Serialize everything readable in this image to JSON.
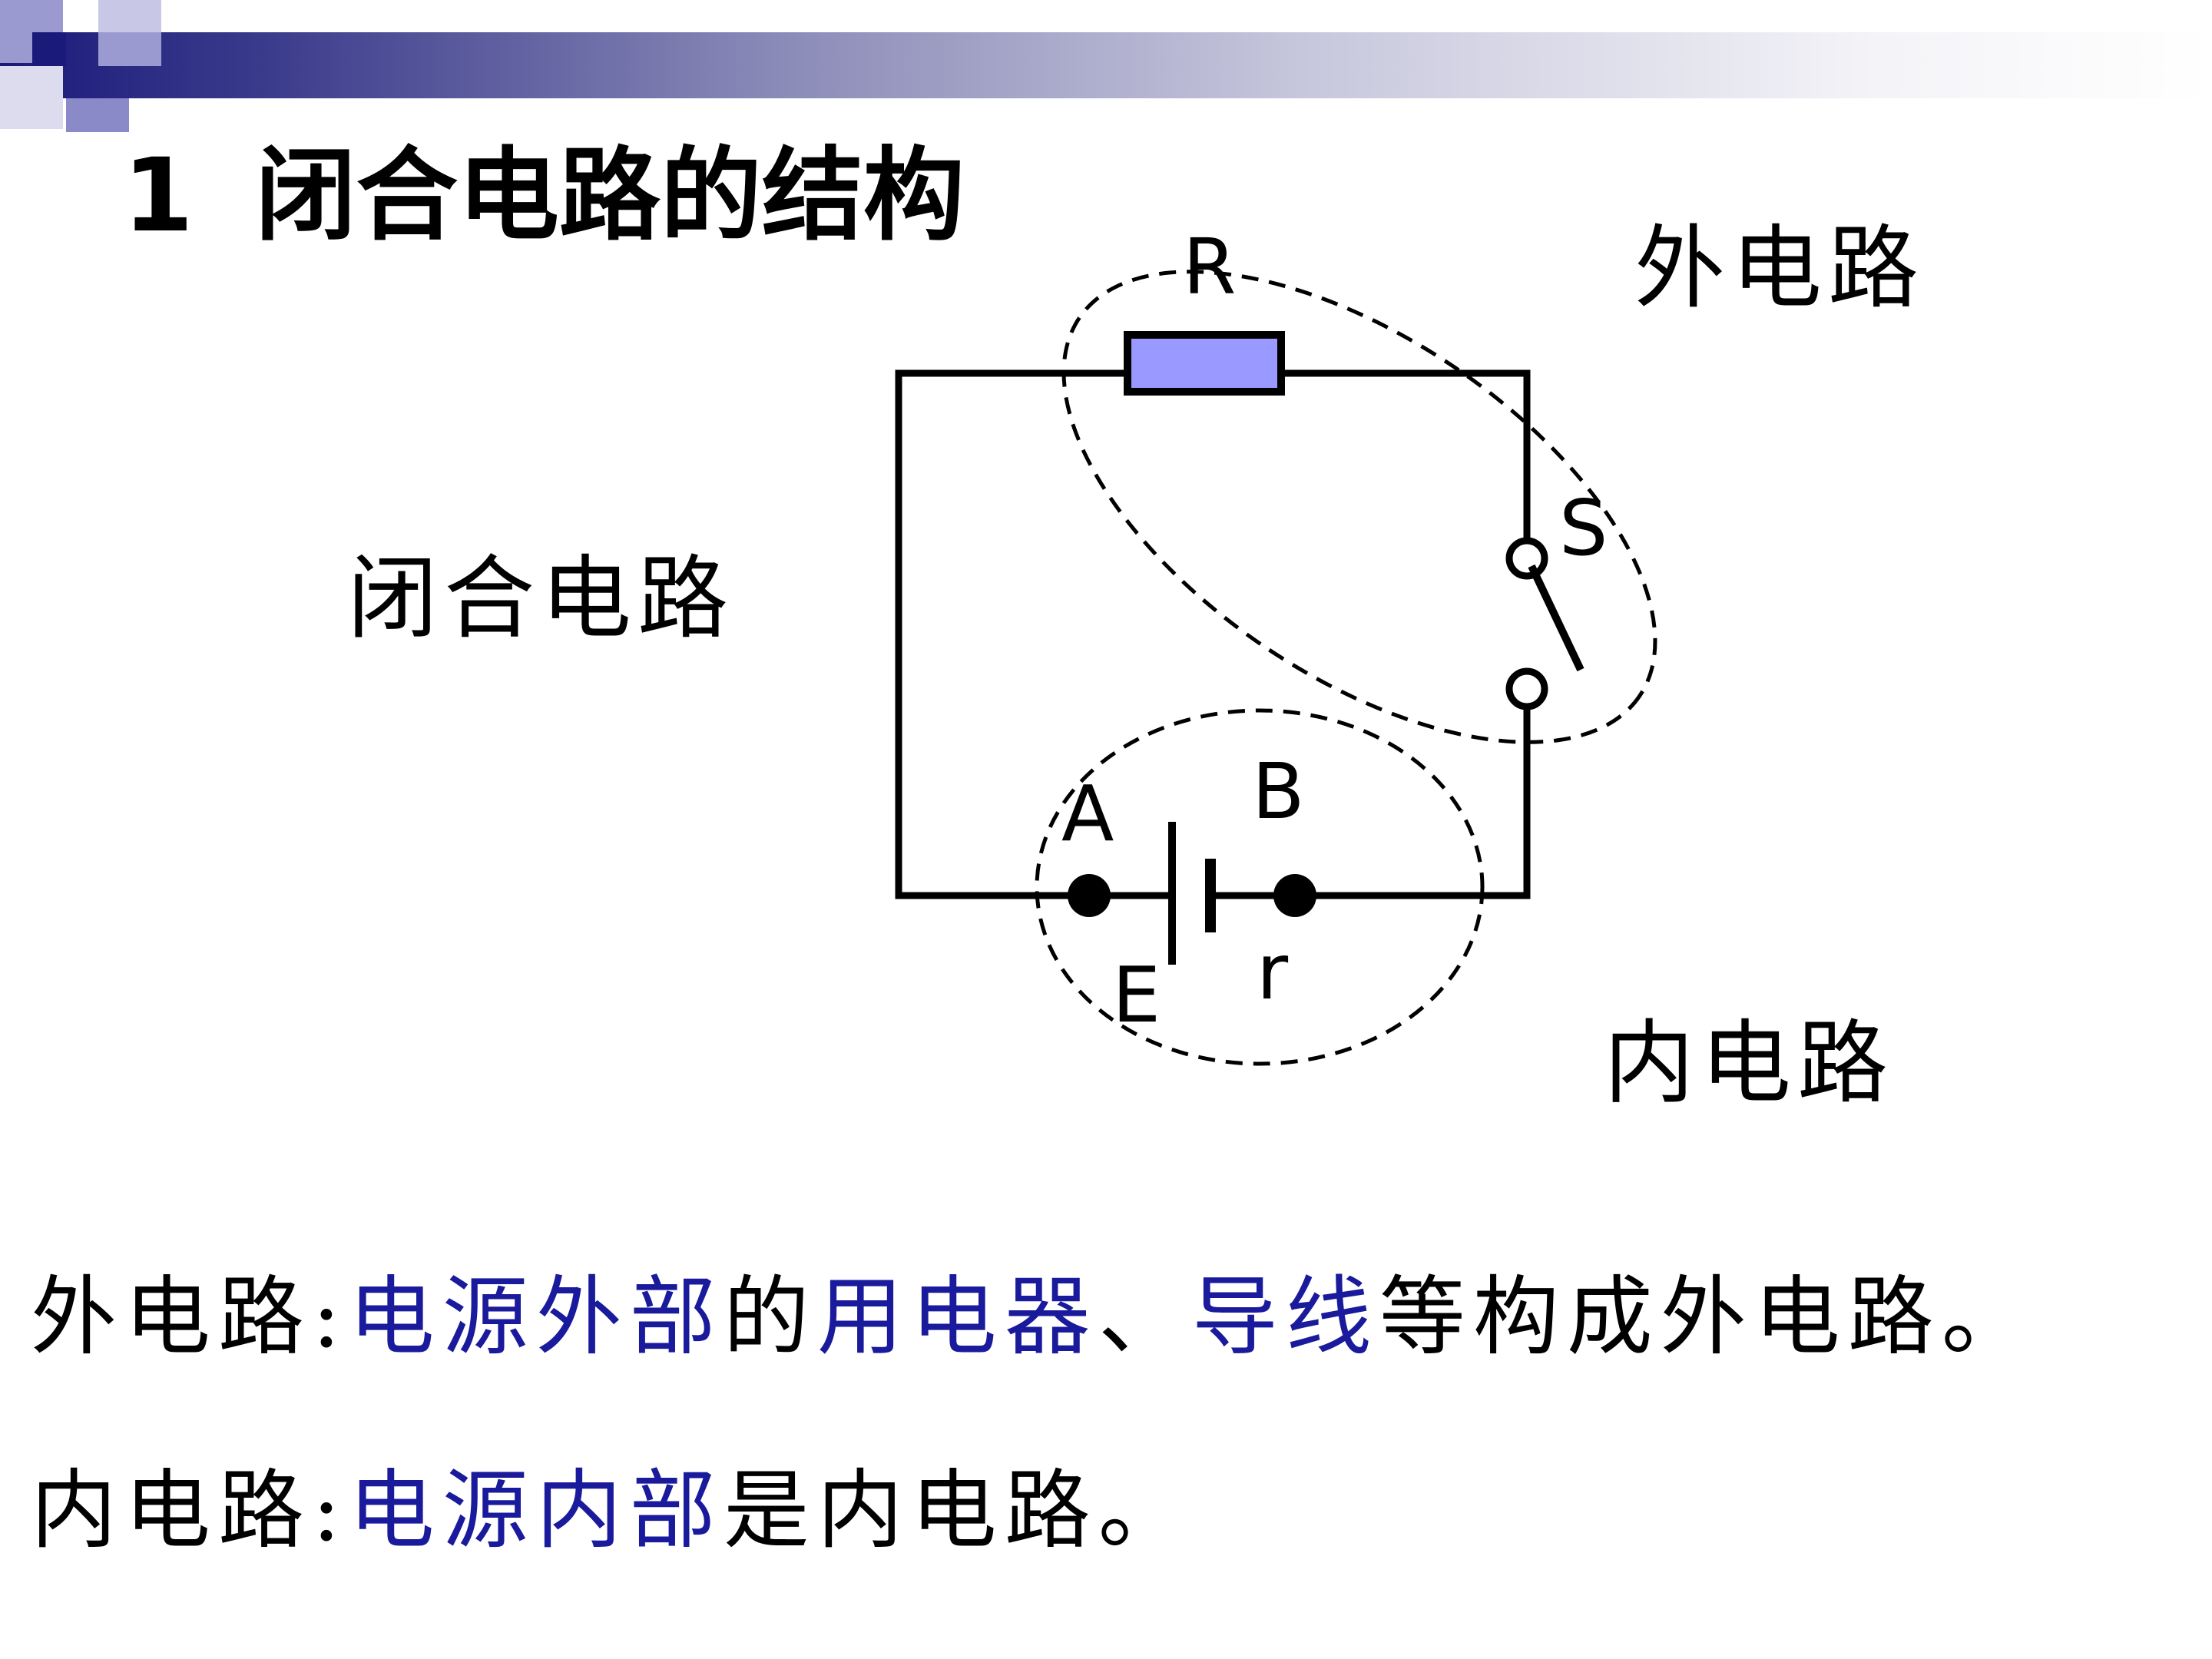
{
  "theme": {
    "text_color": "#000000",
    "highlight_color": "#1a1a9c",
    "resistor_fill": "#9999ff",
    "bar_dark": "#1a1a7a"
  },
  "slide": {
    "title_number": "1",
    "title_text": "闭合电路的结构"
  },
  "diagram": {
    "closed_circuit_label": "闭合电路",
    "external_circuit_label": "外电路",
    "internal_circuit_label": "内电路",
    "resistor_label": "R",
    "switch_label": "S",
    "terminal_a_label": "A",
    "terminal_b_label": "B",
    "emf_label": "E",
    "internal_resistance_label": "r"
  },
  "notes": {
    "external": {
      "term": "外电路:",
      "part1": "电源外部",
      "part2": "的",
      "part3": "用电器",
      "part4": "、",
      "part5": "导线",
      "part6": "等构成外电路。"
    },
    "internal": {
      "term": "内电路:",
      "part1": "电源内部",
      "part2": "是内电路。"
    }
  }
}
